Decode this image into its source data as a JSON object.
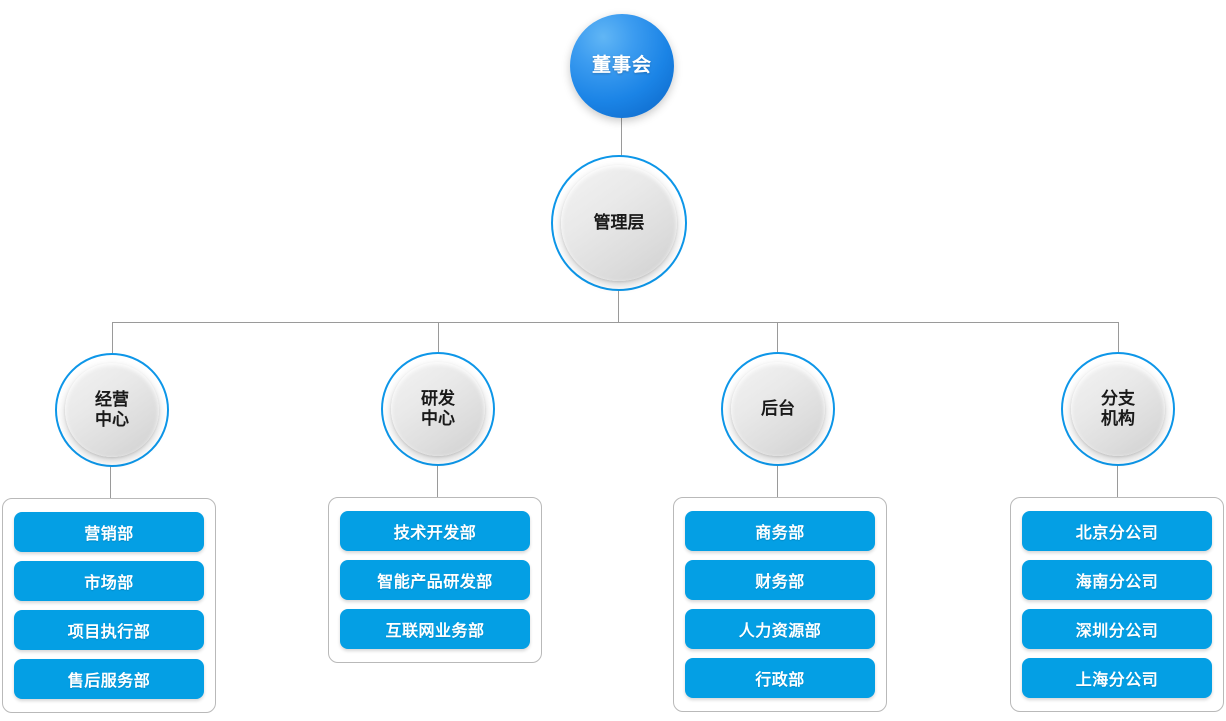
{
  "diagram": {
    "title": "Organization Chart",
    "colors": {
      "pill_blue": "#049fe4",
      "ring_blue": "#0d96e8",
      "board_gradient_light": "#61b6f5",
      "board_gradient_dark": "#0a63c4",
      "connector_gray": "#9a9a9a",
      "box_border_gray": "#b9b9b9",
      "background": "#ffffff"
    },
    "root": {
      "label": "董事会"
    },
    "management": {
      "label": "管理层"
    },
    "centers": [
      {
        "label": "经营\n中心",
        "departments": [
          "营销部",
          "市场部",
          "项目执行部",
          "售后服务部"
        ]
      },
      {
        "label": "研发\n中心",
        "departments": [
          "技术开发部",
          "智能产品研发部",
          "互联网业务部"
        ]
      },
      {
        "label": "后台",
        "departments": [
          "商务部",
          "财务部",
          "人力资源部",
          "行政部"
        ]
      },
      {
        "label": "分支\n机构",
        "departments": [
          "北京分公司",
          "海南分公司",
          "深圳分公司",
          "上海分公司"
        ]
      }
    ]
  }
}
